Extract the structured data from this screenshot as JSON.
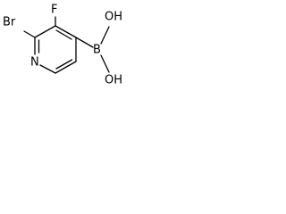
{
  "molecule": {
    "atoms": {
      "bromine": "Br",
      "fluorine": "F",
      "nitrogen": "N",
      "boron": "B",
      "hydroxyl_top": "OH",
      "hydroxyl_bottom": "OH"
    }
  }
}
